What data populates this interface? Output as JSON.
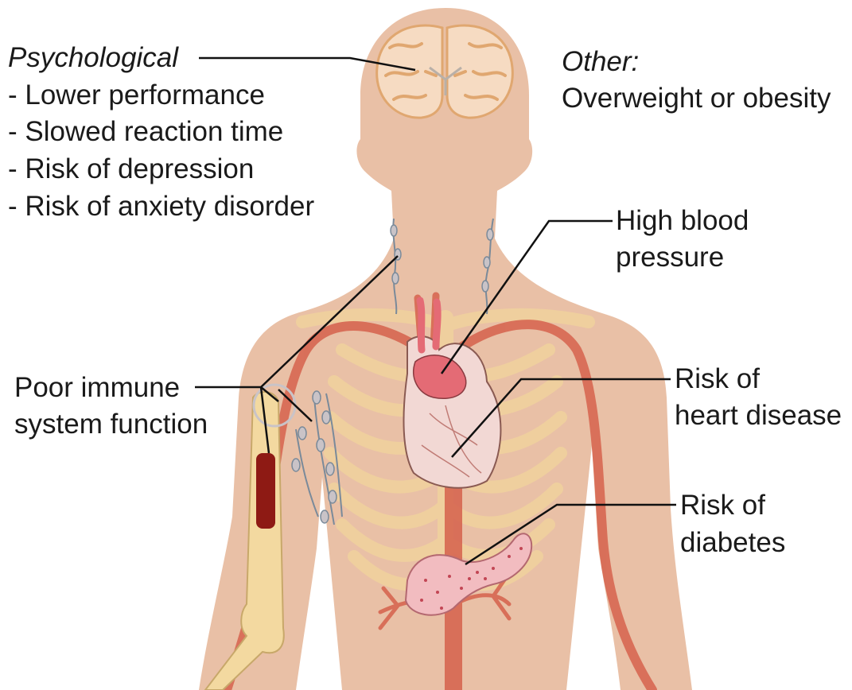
{
  "psychological": {
    "heading": "Psychological",
    "items": [
      "- Lower performance",
      "- Slowed reaction time",
      "- Risk of depression",
      "- Risk of anxiety disorder"
    ]
  },
  "other": {
    "heading": "Other:",
    "items": [
      "Overweight or obesity"
    ]
  },
  "labels": {
    "blood_pressure": [
      "High blood",
      "pressure"
    ],
    "immune": [
      "Poor immune",
      "system function"
    ],
    "heart": [
      "Risk of",
      "heart disease"
    ],
    "diabetes": [
      "Risk of",
      "diabetes"
    ]
  },
  "colors": {
    "skin": "#e9c0a6",
    "artery": "#d6614c",
    "bone": "#f3d9a0",
    "marrow": "#8e1a14",
    "brain": "#f6dbc2",
    "heart": "#f2d8d4",
    "pancreas": "#f2bcc0",
    "leader": "#111111"
  }
}
